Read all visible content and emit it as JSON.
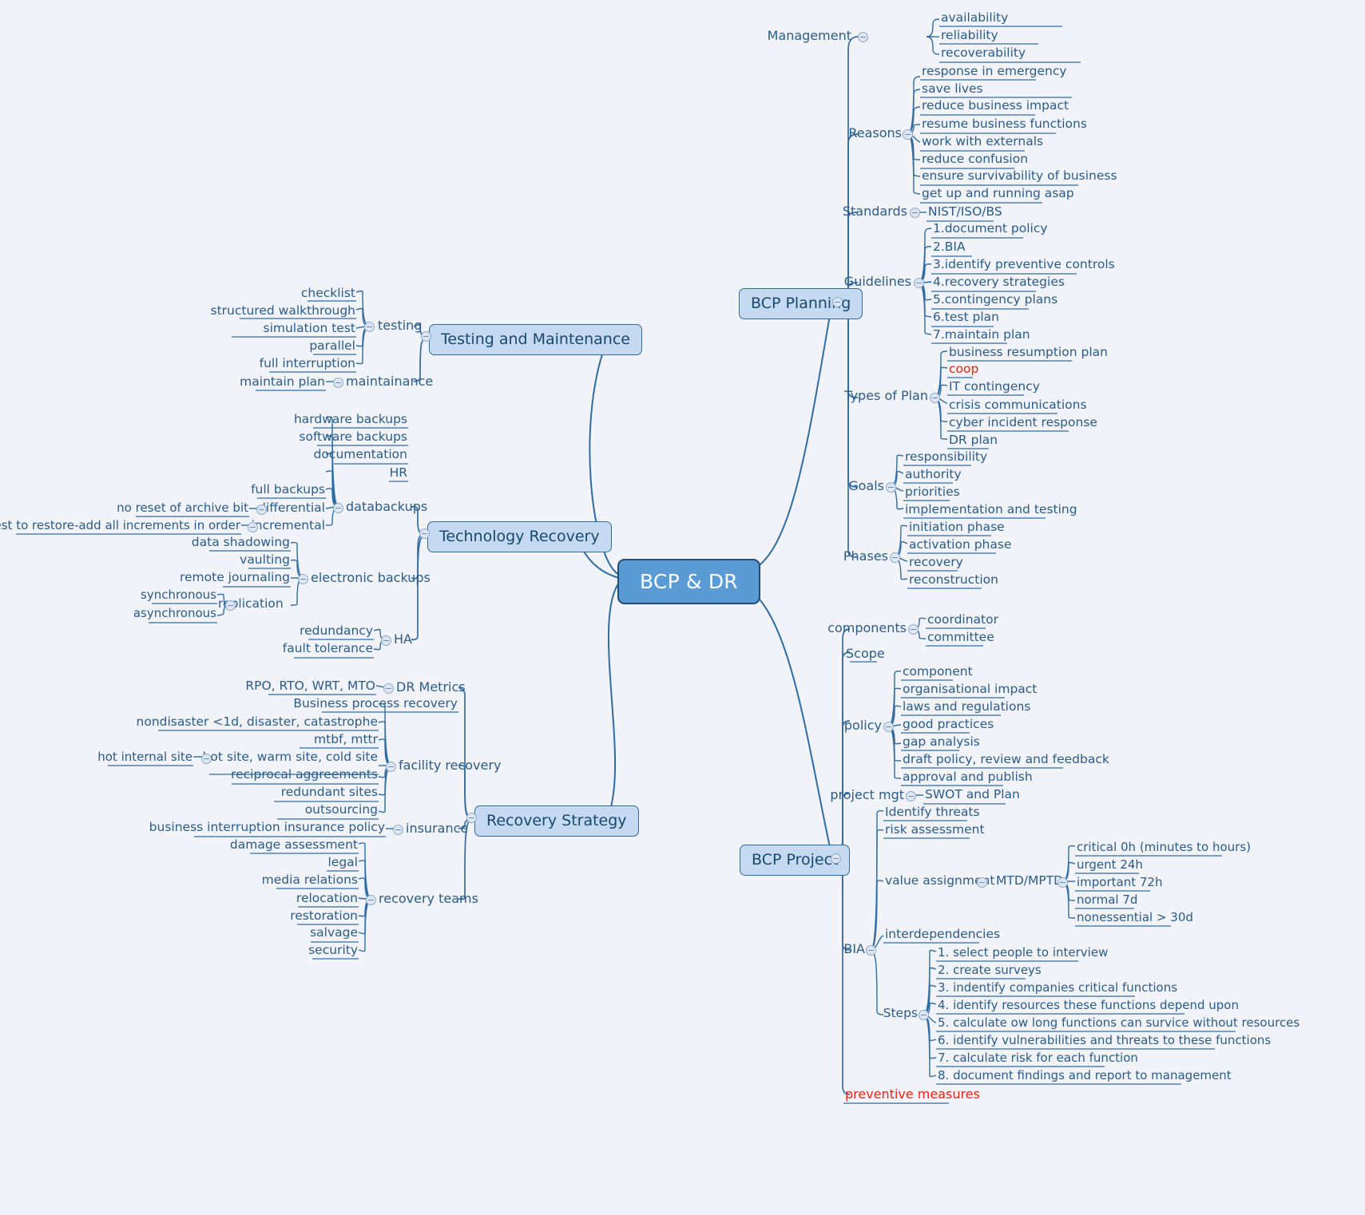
{
  "theme": {
    "background": "#f1f3f8",
    "line_color": "#2f6ca3",
    "text_color": "#2a5c8a",
    "root_fill": "#5b9bd5",
    "root_border": "#1f4e79",
    "root_text": "#ffffff",
    "branch_fill": "#c5d9f1",
    "branch_border": "#2f6ca3",
    "highlight_red": "#ee2211"
  },
  "root": {
    "label": "BCP & DR"
  },
  "branches": {
    "bcp_planning": {
      "label": "BCP Planning",
      "children": {
        "management": {
          "label": "Management",
          "items": [
            "availability",
            "reliability",
            "recoverability"
          ]
        },
        "reasons": {
          "label": "Reasons",
          "items": [
            "response in emergency",
            "save lives",
            "reduce business impact",
            "resume business functions",
            "work with externals",
            "reduce confusion",
            "ensure survivability of business",
            "get up and running asap"
          ]
        },
        "standards": {
          "label": "Standards",
          "items": [
            "NIST/ISO/BS"
          ]
        },
        "guidelines": {
          "label": "Guidelines",
          "items": [
            "1.document policy",
            "2.BIA",
            "3.identify preventive controls",
            "4.recovery strategies",
            "5.contingency plans",
            "6.test plan",
            "7.maintain plan"
          ]
        },
        "types_of_plan": {
          "label": "Types of Plan",
          "items": [
            "business resumption plan",
            "coop",
            "IT contingency",
            "crisis communications",
            "cyber incident response",
            "DR plan"
          ],
          "red_items": [
            "coop"
          ]
        },
        "goals": {
          "label": "Goals",
          "items": [
            "responsibility",
            "authority",
            "priorities",
            "implementation and testing"
          ]
        },
        "phases": {
          "label": "Phases",
          "items": [
            "initiation phase",
            "activation phase",
            "recovery",
            "reconstruction"
          ]
        }
      }
    },
    "bcp_project": {
      "label": "BCP Project",
      "children": {
        "scope": {
          "label": "Scope",
          "components": {
            "label": "components",
            "items": [
              "coordinator",
              "committee"
            ]
          }
        },
        "policy": {
          "label": "policy",
          "items": [
            "component",
            "organisational impact",
            "laws and regulations",
            "good practices",
            "gap analysis",
            "draft policy, review and feedback",
            "approval and publish"
          ]
        },
        "project_mgt": {
          "label": "project mgt",
          "items": [
            "SWOT and Plan"
          ]
        },
        "bia": {
          "label": "BIA",
          "items": [
            "Identify threats",
            "risk assessment",
            "interdependencies"
          ],
          "value_assignment": {
            "label": "value assignment",
            "mtd": "MTD/MPTD",
            "items": [
              "critical 0h (minutes to hours)",
              "urgent 24h",
              "important 72h",
              "normal 7d",
              "nonessential > 30d"
            ]
          },
          "steps": {
            "label": "Steps",
            "items": [
              "1. select people to interview",
              "2. create surveys",
              "3. indentify companies critical functions",
              "4. identify resources these functions depend upon",
              "5. calculate ow long functions can survice without resources",
              "6. identify vulnerabilities and threats to these functions",
              "7. calculate risk for each function",
              "8. document findings and report to management"
            ]
          }
        },
        "preventive_measures": {
          "label": "preventive measures",
          "red": true
        }
      }
    },
    "testing_and_maintenance": {
      "label": "Testing and Maintenance",
      "children": {
        "testing": {
          "label": "testing",
          "items": [
            "checklist",
            "structured walkthrough",
            "simulation test",
            "parallel",
            "full interruption"
          ]
        },
        "maintainance": {
          "label": "maintainance",
          "items": [
            "maintain plan"
          ]
        }
      }
    },
    "technology_recovery": {
      "label": "Technology Recovery",
      "children": {
        "databackups": {
          "label": "databackups",
          "items": [
            "hardware backups",
            "software backups",
            "documentation",
            "HR",
            "full backups"
          ],
          "differential": {
            "label": "differential",
            "note": "no reset of archive bit"
          },
          "incremental": {
            "label": "incremental",
            "note": "longest to restore-add all increments in order"
          }
        },
        "electronic_backups": {
          "label": "electronic backups",
          "items": [
            "data shadowing",
            "vaulting",
            "remote journaling"
          ],
          "replication": {
            "label": "replication",
            "items": [
              "synchronous",
              "asynchronous"
            ]
          }
        },
        "ha": {
          "label": "HA",
          "items": [
            "redundancy",
            "fault tolerance"
          ]
        }
      }
    },
    "recovery_strategy": {
      "label": "Recovery Strategy",
      "children": {
        "dr_metrics": {
          "label": "DR Metrics",
          "items": [
            "RPO, RTO, WRT, MTO"
          ]
        },
        "facility_recovery": {
          "label": "facility recovery",
          "items": [
            "Business process recovery",
            "nondisaster <1d, disaster, catastrophe",
            "mtbf, mttr"
          ],
          "sites": {
            "label": "hot site, warm site, cold site",
            "note": "hot internal site"
          },
          "more": [
            "reciprocal aggreements",
            "redundant sites",
            "outsourcing"
          ]
        },
        "insurance": {
          "label": "insurance",
          "items": [
            "business interruption insurance policy"
          ]
        },
        "recovery_teams": {
          "label": "recovery teams",
          "items": [
            "damage assessment",
            "legal",
            "media relations",
            "relocation",
            "restoration",
            "salvage",
            "security"
          ]
        }
      }
    }
  }
}
